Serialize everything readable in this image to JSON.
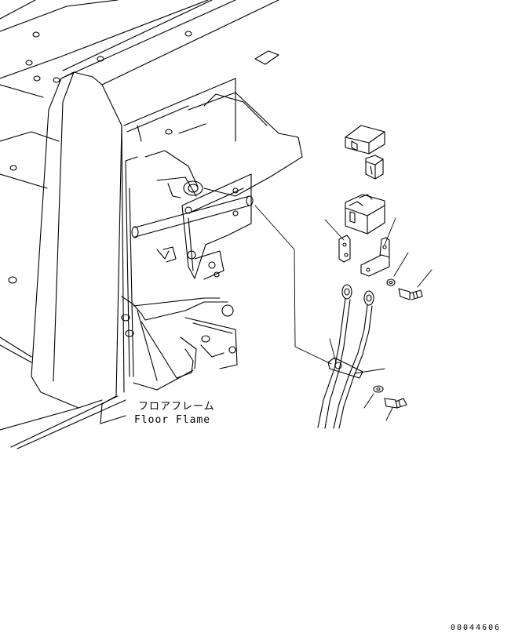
{
  "labels": {
    "floor_frame_jp": "フロアフレーム",
    "floor_frame_en": "Floor Flame",
    "drawing_code": "00044606"
  },
  "colors": {
    "line": "#000000",
    "background": "#ffffff"
  }
}
